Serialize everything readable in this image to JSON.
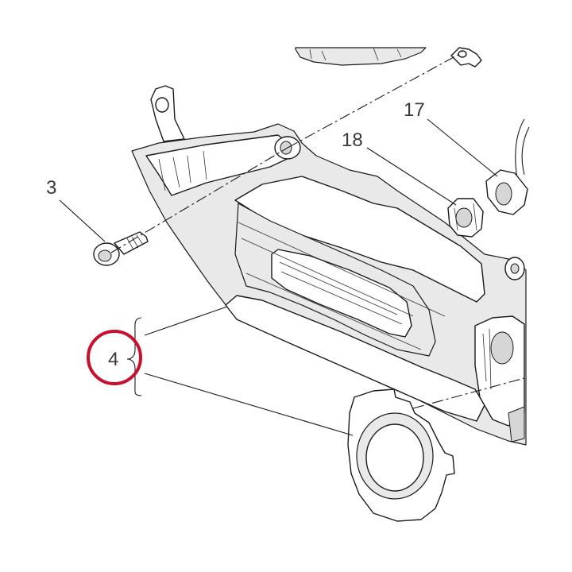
{
  "callouts": [
    {
      "id": "3",
      "label": "3"
    },
    {
      "id": "4",
      "label": "4"
    },
    {
      "id": "17",
      "label": "17"
    },
    {
      "id": "18",
      "label": "18"
    }
  ],
  "highlight": {
    "target": "4",
    "color": "#c8102e"
  },
  "colors": {
    "line": "#1a1a1a",
    "fill": "#ffffff",
    "shade": "#e9e9e9"
  },
  "icons": [
    "brace-icon"
  ]
}
